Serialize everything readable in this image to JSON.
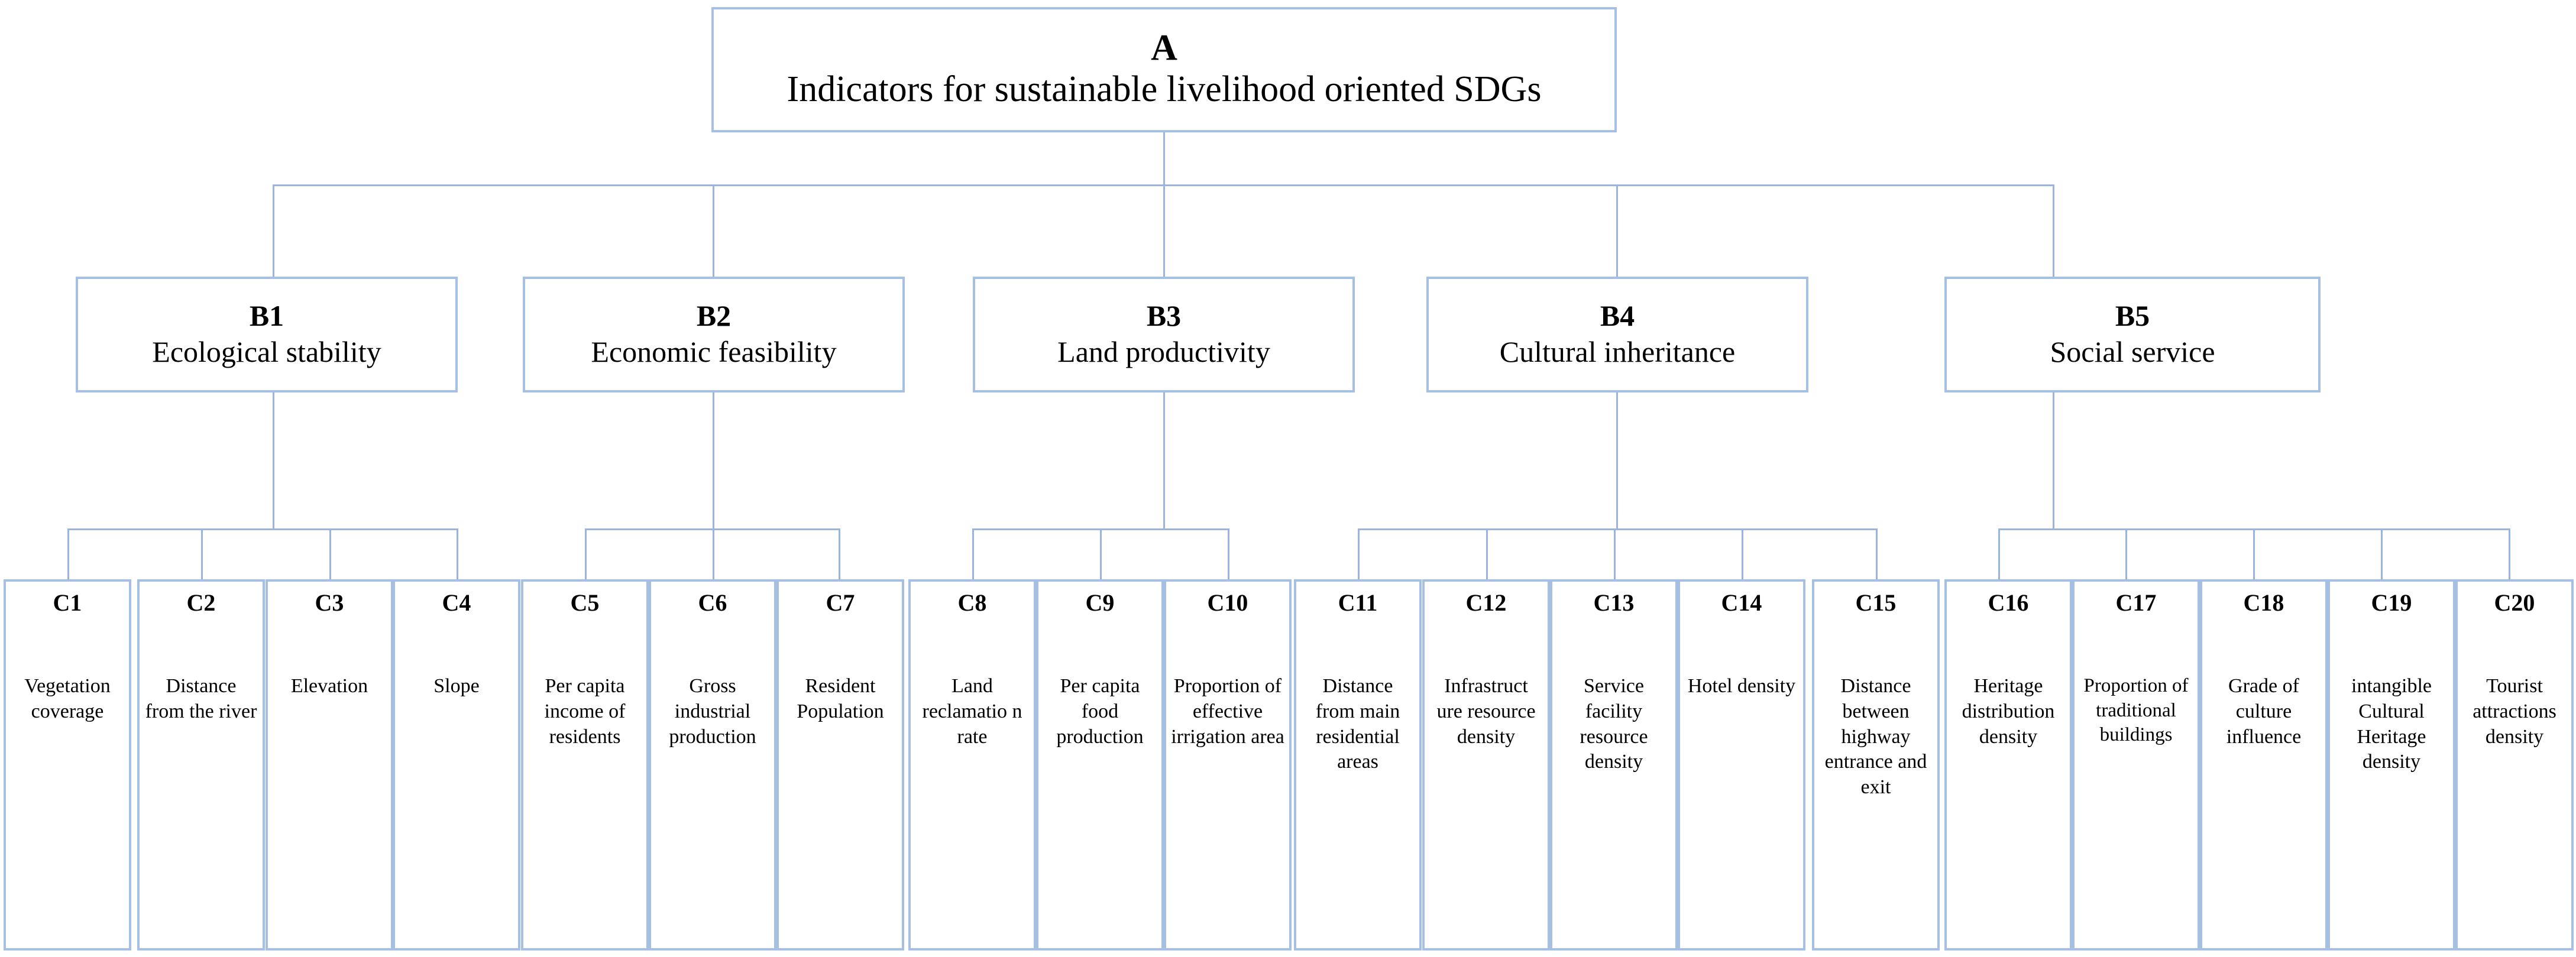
{
  "diagram": {
    "type": "hierarchy-tree",
    "levels": [
      "A",
      "B",
      "C"
    ],
    "accent_color": "#a6c0e4",
    "line_color": "#9ab4dd"
  },
  "root": {
    "code": "A",
    "label": "Indicators for sustainable livelihood oriented SDGs"
  },
  "criteria": [
    {
      "code": "B1",
      "label": "Ecological stability"
    },
    {
      "code": "B2",
      "label": "Economic feasibility"
    },
    {
      "code": "B3",
      "label": "Land productivity"
    },
    {
      "code": "B4",
      "label": "Cultural inheritance"
    },
    {
      "code": "B5",
      "label": "Social service"
    }
  ],
  "indicators": [
    {
      "code": "C1",
      "label": "Vegetation coverage"
    },
    {
      "code": "C2",
      "label": "Distance from the river"
    },
    {
      "code": "C3",
      "label": "Elevation"
    },
    {
      "code": "C4",
      "label": "Slope"
    },
    {
      "code": "C5",
      "label": "Per capita income of residents"
    },
    {
      "code": "C6",
      "label": "Gross industrial production"
    },
    {
      "code": "C7",
      "label": "Resident Population"
    },
    {
      "code": "C8",
      "label": "Land reclamatio n rate"
    },
    {
      "code": "C9",
      "label": "Per capita food production"
    },
    {
      "code": "C10",
      "label": "Proportion of effective irrigation area"
    },
    {
      "code": "C11",
      "label": "Distance from main residential areas"
    },
    {
      "code": "C12",
      "label": "Infrastruct ure resource density"
    },
    {
      "code": "C13",
      "label": "Service facility resource density"
    },
    {
      "code": "C14",
      "label": "Hotel density"
    },
    {
      "code": "C15",
      "label": "Distance between highway entrance and exit"
    },
    {
      "code": "C16",
      "label": "Heritage distribution density"
    },
    {
      "code": "C17",
      "label": "Proportion of traditional buildings"
    },
    {
      "code": "C18",
      "label": "Grade of culture influence"
    },
    {
      "code": "C19",
      "label": "intangible Cultural Heritage density"
    },
    {
      "code": "C20",
      "label": "Tourist attractions density"
    }
  ]
}
